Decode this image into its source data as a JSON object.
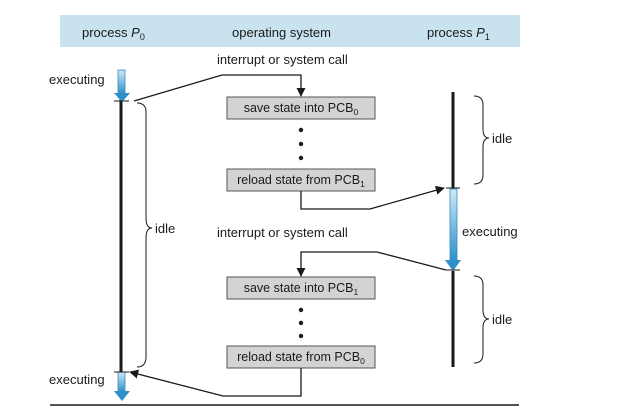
{
  "header": {
    "left_label": "process",
    "left_symbol": "P",
    "left_subscript": "0",
    "center_label": "operating system",
    "right_label": "process",
    "right_symbol": "P",
    "right_subscript": "1"
  },
  "labels": {
    "interrupt_top": "interrupt or system call",
    "interrupt_mid": "interrupt or system call",
    "executing_p0_top": "executing",
    "executing_p0_bottom": "executing",
    "executing_p1": "executing",
    "idle_p0": "idle",
    "idle_p1_top": "idle",
    "idle_p1_bottom": "idle"
  },
  "boxes": {
    "save_1": {
      "text": "save state into PCB",
      "sub": "0"
    },
    "reload_1": {
      "text": "reload state from PCB",
      "sub": "1"
    },
    "save_2": {
      "text": "save state into PCB",
      "sub": "1"
    },
    "reload_2": {
      "text": "reload state from PCB",
      "sub": "0"
    }
  },
  "colors": {
    "header_bg": "#c9e2ef",
    "box_fill": "#d3d3d3",
    "box_stroke": "#555555",
    "line": "#1a1a1a",
    "exec_top": "#cfe9f6",
    "exec_bottom": "#2f8fc8"
  }
}
